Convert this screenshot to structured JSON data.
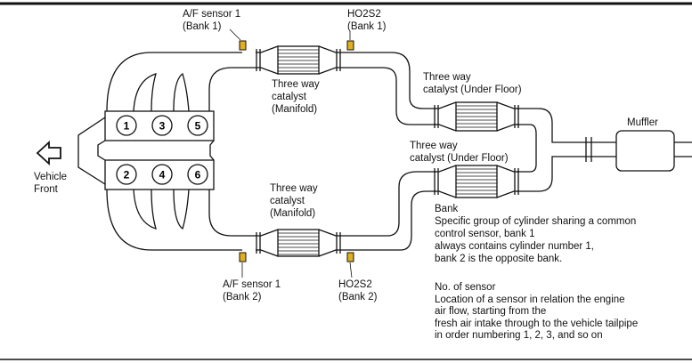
{
  "labels": {
    "af_bank1": [
      "A/F sensor 1",
      "(Bank 1)"
    ],
    "ho2s2_bank1": [
      "HO2S2",
      "(Bank 1)"
    ],
    "cat_manifold_1": [
      "Three way",
      "catalyst",
      "(Manifold)"
    ],
    "cat_underfloor_1": [
      "Three way",
      "catalyst (Under Floor)"
    ],
    "muffler": "Muffler",
    "cat_underfloor_2": [
      "Three way",
      "catalyst (Under Floor)"
    ],
    "vehicle_front": [
      "Vehicle",
      "Front"
    ],
    "cat_manifold_2": [
      "Three way",
      "catalyst",
      "(Manifold)"
    ],
    "af_bank2": [
      "A/F sensor 1",
      "(Bank 2)"
    ],
    "ho2s2_bank2": [
      "HO2S2",
      "(Bank 2)"
    ],
    "cylinders": [
      "1",
      "3",
      "5",
      "2",
      "4",
      "6"
    ]
  },
  "notes": {
    "bank_title": "Bank",
    "bank_text": [
      "Specific group of cylinder sharing a common",
      "control sensor, bank 1",
      "always contains cylinder number 1,",
      "bank 2 is the opposite bank."
    ],
    "sensor_title": "No. of sensor",
    "sensor_text": [
      "Location of a sensor in relation the engine",
      "air flow, starting from the",
      "fresh air intake through to the vehicle tailpipe",
      "in order numbering 1, 2, 3, and so on"
    ]
  },
  "colors": {
    "sensor": "#e0b020",
    "line": "#111111"
  }
}
